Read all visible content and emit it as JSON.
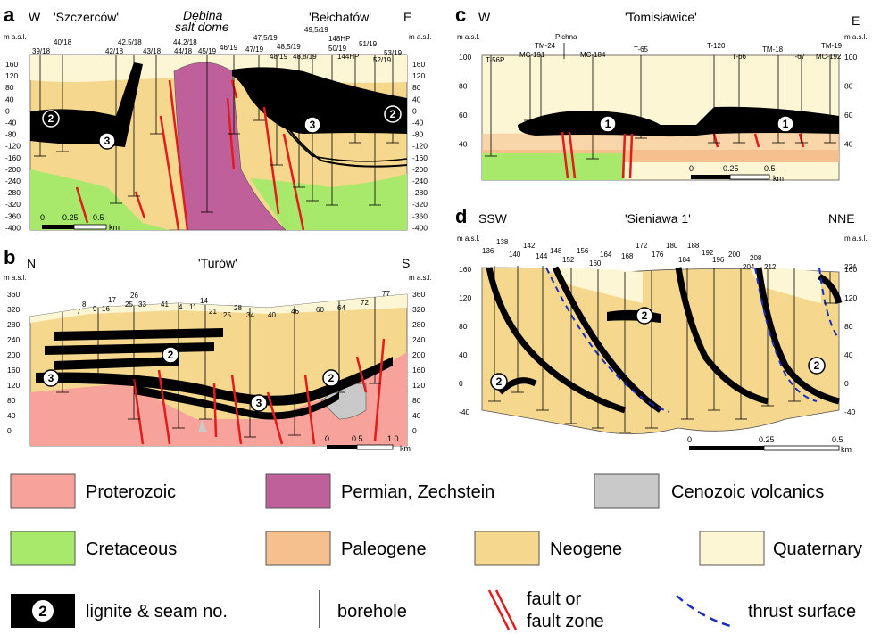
{
  "panels": {
    "a": {
      "label": "a",
      "west": "W",
      "east": "E",
      "title_left": "'Szczerców'",
      "title_right": "'Bełchatów'",
      "dome_line1": "Dębina",
      "dome_line2": "salt dome",
      "asl": "m a.s.l.",
      "ticks": [
        "160",
        "120",
        "80",
        "40",
        "0",
        "-40",
        "-80",
        "-120",
        "-160",
        "-200",
        "-240",
        "-280",
        "-320",
        "-360",
        "-400"
      ],
      "boreholes_top": [
        "40/18",
        "42,5/18",
        "47,5/19",
        "49,5/19",
        "148HP",
        "51/19",
        "53/19"
      ],
      "boreholes_bottom": [
        "39/18",
        "42/18",
        "43/18",
        "44,2/18",
        "44/18",
        "45/19",
        "46/19",
        "47/19",
        "48,5/19",
        "48/19",
        "48,8/19",
        "50/19",
        "144HP",
        "52/19"
      ],
      "seam_labels": [
        "2",
        "3",
        "3",
        "2"
      ],
      "scale": [
        "0",
        "0.25",
        "0.5",
        "km"
      ]
    },
    "b": {
      "label": "b",
      "west": "N",
      "east": "S",
      "title": "'Turów'",
      "asl": "m a.s.l.",
      "ticks": [
        "360",
        "320",
        "280",
        "240",
        "200",
        "160",
        "120",
        "80",
        "40",
        "0"
      ],
      "boreholes": [
        "7",
        "8",
        "9",
        "16",
        "17",
        "25",
        "26",
        "33",
        "41",
        "4",
        "11",
        "14",
        "21",
        "25",
        "28",
        "34",
        "40",
        "46",
        "60",
        "64",
        "72",
        "77"
      ],
      "seam_labels": [
        "2",
        "3",
        "2",
        "3"
      ],
      "scale": [
        "0",
        "0.5",
        "1.0",
        "km"
      ]
    },
    "c": {
      "label": "c",
      "west": "W",
      "east": "E",
      "title": "'Tomisławice'",
      "asl": "m a.s.l.",
      "ticks": [
        "100",
        "80",
        "60",
        "40"
      ],
      "boreholes": [
        "T-56P",
        "MC-191",
        "TM-24",
        "Pichna",
        "MC-184",
        "T-65",
        "T-120",
        "T-66",
        "TM-18",
        "T-67",
        "TM-19",
        "MC-192"
      ],
      "seam_labels": [
        "1",
        "1"
      ],
      "scale": [
        "0",
        "0.25",
        "0.5",
        "km"
      ]
    },
    "d": {
      "label": "d",
      "west": "SSW",
      "east": "NNE",
      "title": "'Sieniawa 1'",
      "asl": "m a.s.l.",
      "ticks": [
        "160",
        "120",
        "80",
        "40",
        "0",
        "-40"
      ],
      "boreholes": [
        "136",
        "138",
        "140",
        "142",
        "144",
        "148",
        "152",
        "156",
        "160",
        "164",
        "168",
        "172",
        "176",
        "180",
        "184",
        "188",
        "192",
        "196",
        "200",
        "204",
        "208",
        "212",
        "224"
      ],
      "seam_labels": [
        "2",
        "2",
        "2"
      ],
      "scale": [
        "0",
        "0.25",
        "0.5",
        "km"
      ]
    }
  },
  "legend": {
    "items": [
      {
        "label": "Proterozoic",
        "color": "#f7a29a"
      },
      {
        "label": "Permian, Zechstein",
        "color": "#c0609a"
      },
      {
        "label": "Cenozoic volcanics",
        "color": "#c9c9c9"
      },
      {
        "label": "Cretaceous",
        "color": "#a8e86a"
      },
      {
        "label": "Paleogene",
        "color": "#f6c08e"
      },
      {
        "label": "Neogene",
        "color": "#f6d78e"
      },
      {
        "label": "Quaternary",
        "color": "#fdf6d4"
      }
    ],
    "lignite_badge": "2",
    "lignite": "lignite & seam no.",
    "borehole": "borehole",
    "fault_line1": "fault or",
    "fault_line2": "fault zone",
    "thrust": "thrust surface"
  }
}
